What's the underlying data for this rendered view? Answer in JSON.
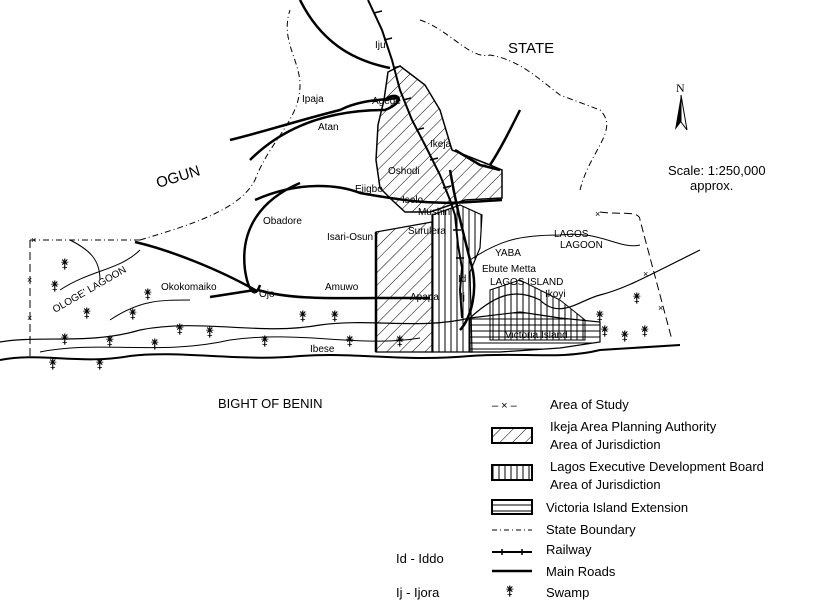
{
  "map": {
    "regions": {
      "state": "STATE",
      "ogun": "OGUN",
      "bight": "BIGHT OF BENIN",
      "lagos_lagoon": [
        "LAGOS",
        "LAGOON"
      ],
      "ologe_lagoon": "OLOGE' LAGOON",
      "yaba": "YABA",
      "lagos_island": "LAGOS ISLAND"
    },
    "places": {
      "iju": "Iju",
      "ipaja": "Ipaja",
      "agege": "Agege",
      "atan": "Atan",
      "ikeja": "Ikeja",
      "oshodi": "Oshodi",
      "ejigbo": "Ejigbo",
      "isolo": "Isolo",
      "mushin": "Mushin",
      "obadore": "Obadore",
      "isari_osun": "Isari-Osun",
      "surulera": "Surulera",
      "ebute_metta": "Ebute Metta",
      "id": "Id",
      "ij": "Ij",
      "apapa": "Apapa",
      "amuwo": "Amuwo",
      "ojo": "Ojo",
      "okokomaiko": "Okokomaiko",
      "ikoyi": "Ikoyi",
      "victoria_island": "Victoria Island",
      "ibese": "Ibese"
    },
    "north_arrow": "N",
    "scale": [
      "Scale: 1:250,000",
      "approx."
    ]
  },
  "legend": {
    "items": [
      {
        "label": "Area of Study"
      },
      {
        "label": "Ikeja Area Planning Authority",
        "label2": "Area of Jurisdiction"
      },
      {
        "label": "Lagos Executive Development Board",
        "label2": "Area of Jurisdiction"
      },
      {
        "label": "Victoria Island Extension"
      },
      {
        "label": "State Boundary"
      },
      {
        "label": "Railway"
      },
      {
        "label": "Main Roads"
      },
      {
        "label": "Swamp"
      }
    ],
    "abbreviations": [
      "Id - Iddo",
      "Ij - Ijora"
    ]
  }
}
